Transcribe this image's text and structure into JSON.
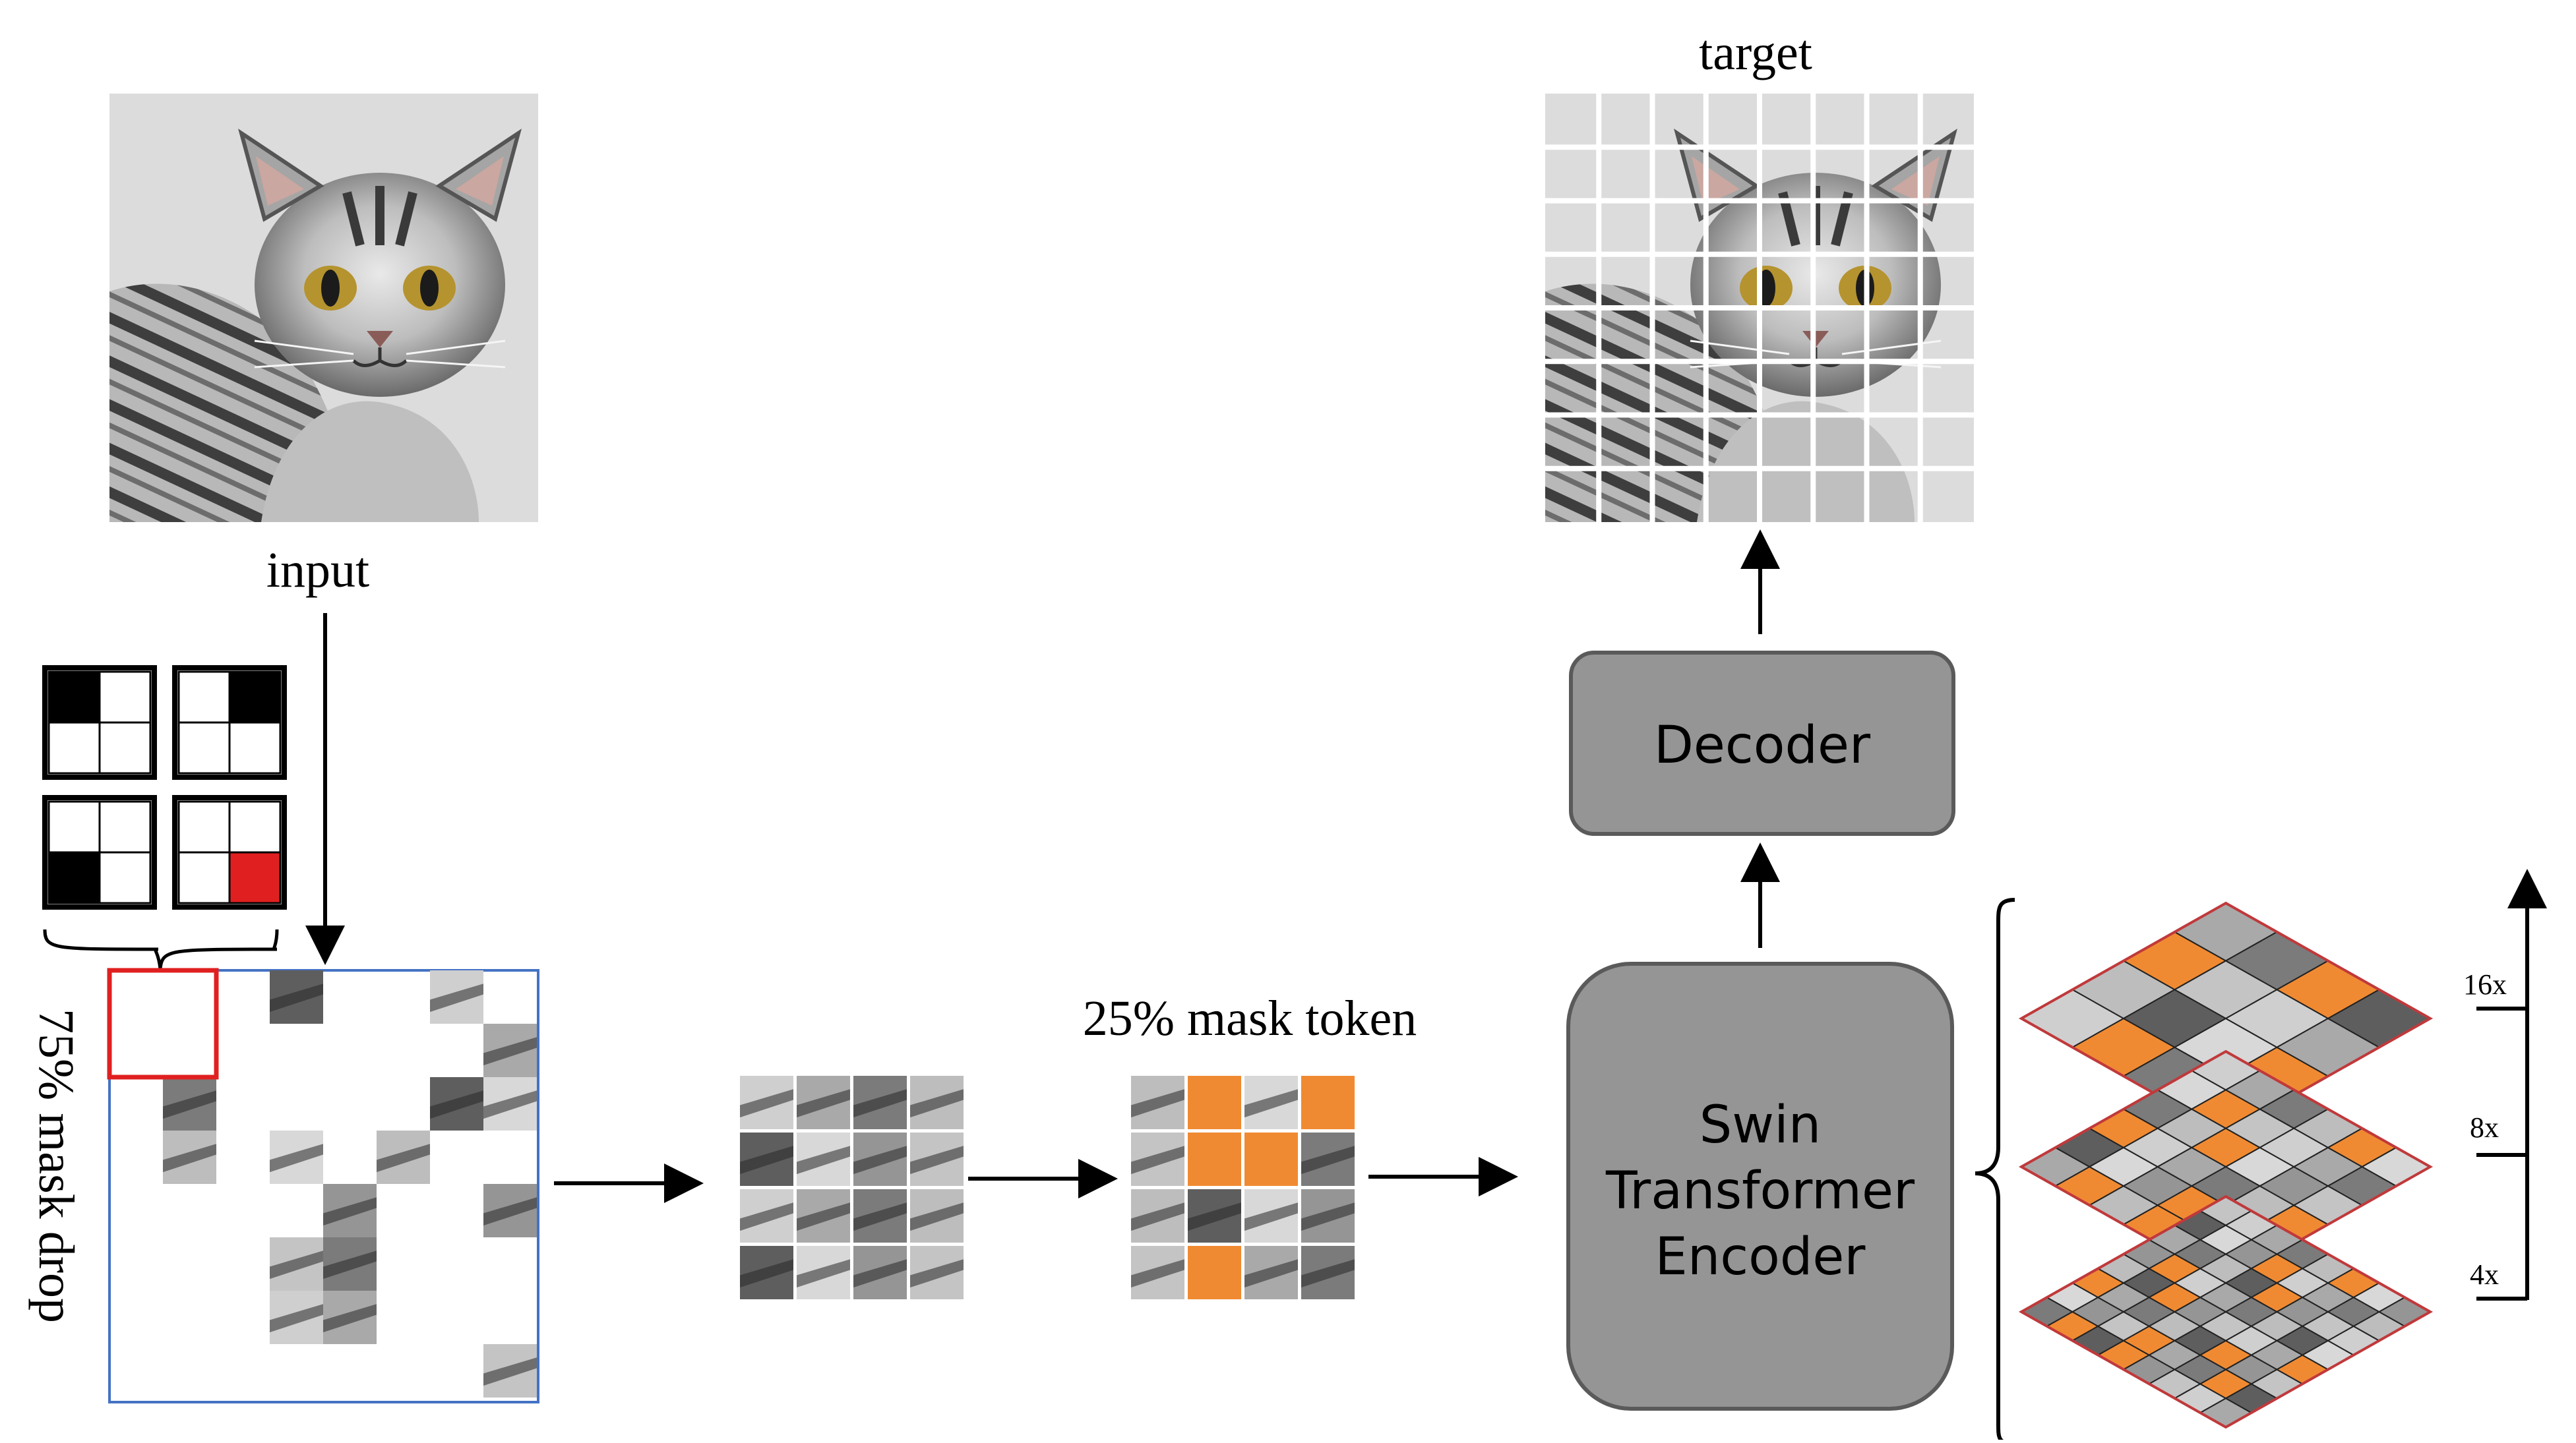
{
  "labels": {
    "input": "input",
    "target": "target",
    "mask_drop": "75% mask drop",
    "mask_token": "25% mask token",
    "decoder": "Decoder",
    "encoder_line1": "Swin",
    "encoder_line2": "Transformer",
    "encoder_line3": "Encoder",
    "scale_16x": "16x",
    "scale_8x": "8x",
    "scale_4x": "4x"
  },
  "colors": {
    "mask_token": "#f08a32",
    "mask_cell_fill": "#d9d9d9",
    "highlight_red": "#e02020",
    "box_fill": "#959595",
    "box_stroke": "#5a5a5a",
    "frame_blue": "#4472c4",
    "layer_red": "#c0393b"
  },
  "patterns": {
    "drop_keep_masks": [
      [
        1,
        0,
        0,
        0
      ],
      [
        0,
        1,
        0,
        0
      ],
      [
        0,
        0,
        1,
        0
      ],
      [
        0,
        0,
        0,
        1
      ]
    ],
    "mask_token_grid": [
      [
        0,
        1,
        0,
        1
      ],
      [
        0,
        1,
        1,
        0
      ],
      [
        0,
        0,
        0,
        0
      ],
      [
        0,
        1,
        0,
        0
      ]
    ]
  }
}
